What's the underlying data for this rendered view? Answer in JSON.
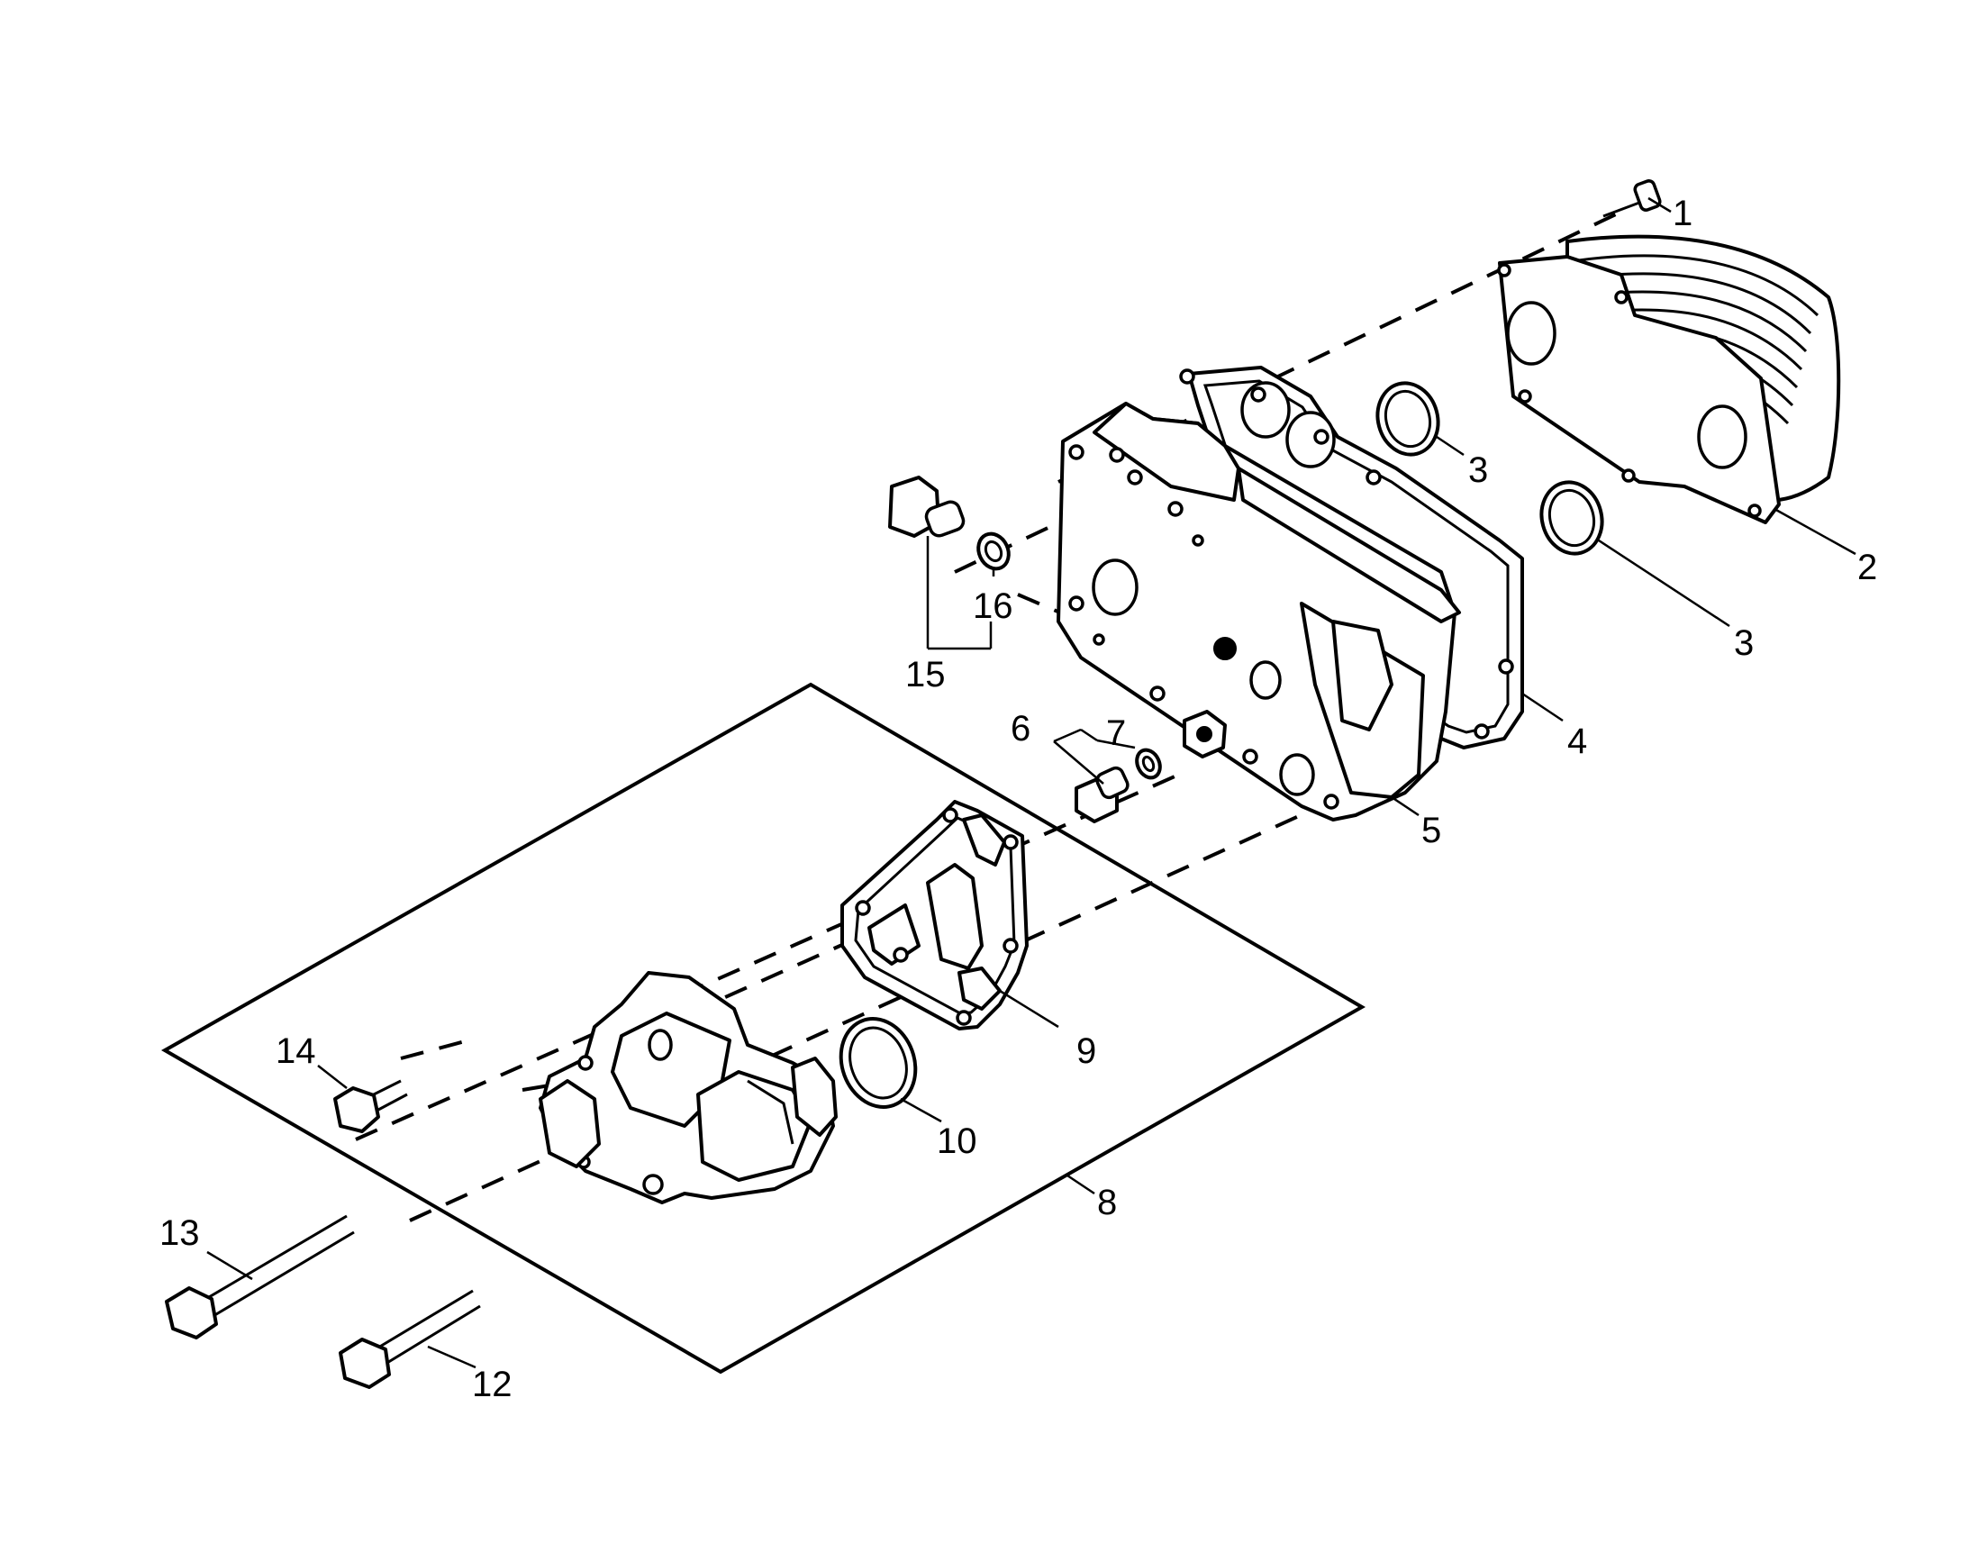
{
  "callouts": {
    "c1": "1",
    "c2": "2",
    "c3a": "3",
    "c3b": "3",
    "c4": "4",
    "c5": "5",
    "c6": "6",
    "c7": "7",
    "c8": "8",
    "c9": "9",
    "c10": "10",
    "c12": "12",
    "c13": "13",
    "c14": "14",
    "c15": "15",
    "c16": "16"
  }
}
